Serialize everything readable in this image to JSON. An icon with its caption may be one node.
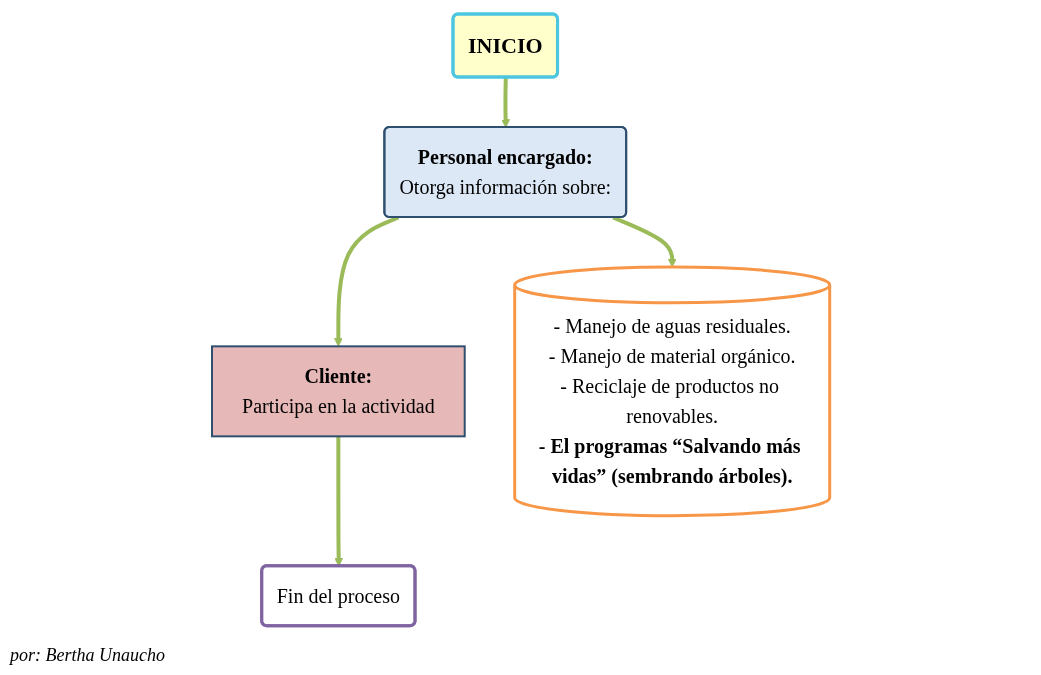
{
  "diagram": {
    "caption": "por: Bertha Unaucho",
    "nodes": [
      {
        "text": [
          "INICIO"
        ]
      },
      {
        "text": [
          "Personal encargado:",
          "Otorga información sobre:"
        ]
      },
      {
        "text": [
          "Cliente:",
          "Participa en la actividad"
        ]
      },
      {
        "text": [
          "Fin del proceso"
        ]
      },
      {
        "text": [
          "- Manejo de aguas residuales.",
          "- Manejo de material orgánico.",
          "- Reciclaje de productos no renovables.",
          "- El programas “Salvando más vidas” (sembrando árboles)."
        ]
      }
    ],
    "edges": [
      {
        "from": 0,
        "to": 1,
        "arrow": "to"
      },
      {
        "from": 1,
        "to": 2,
        "arrow": "to"
      },
      {
        "from": 2,
        "to": 3,
        "arrow": "to"
      },
      {
        "from": 1,
        "to": 4,
        "arrow": "to"
      }
    ]
  }
}
